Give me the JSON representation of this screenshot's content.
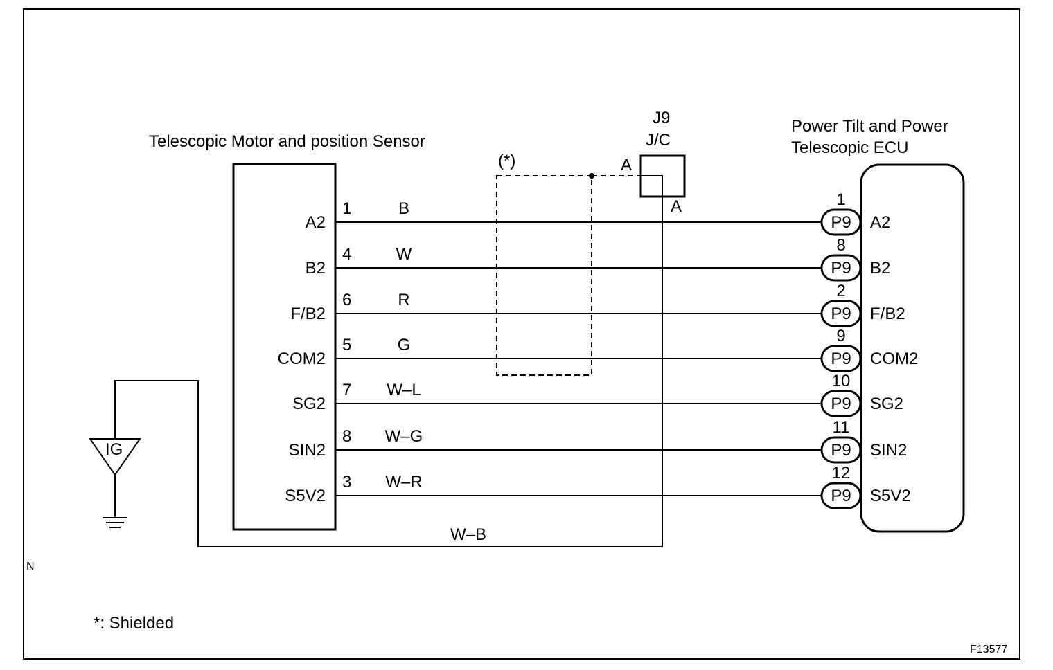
{
  "left_component": {
    "title": "Telescopic  Motor and position Sensor"
  },
  "right_component": {
    "title_line1": "Power Tilt and Power",
    "title_line2": "Telescopic ECU"
  },
  "junction": {
    "name": "J9",
    "type": "J/C",
    "pin_in": "A",
    "pin_out": "A"
  },
  "shield": {
    "marker": "(*)",
    "note": "*: Shielded"
  },
  "ignition": {
    "label": "IG"
  },
  "ground_wire": {
    "color": "W–B"
  },
  "side_marker": "N",
  "figure_id": "F13577",
  "connector_id": "P9",
  "wires": [
    {
      "left_terminal": "A2",
      "left_pin": "1",
      "color": "B",
      "right_pin": "1",
      "right_terminal": "A2"
    },
    {
      "left_terminal": "B2",
      "left_pin": "4",
      "color": "W",
      "right_pin": "8",
      "right_terminal": "B2"
    },
    {
      "left_terminal": "F/B2",
      "left_pin": "6",
      "color": "R",
      "right_pin": "2",
      "right_terminal": "F/B2"
    },
    {
      "left_terminal": "COM2",
      "left_pin": "5",
      "color": "G",
      "right_pin": "9",
      "right_terminal": "COM2"
    },
    {
      "left_terminal": "SG2",
      "left_pin": "7",
      "color": "W–L",
      "right_pin": "10",
      "right_terminal": "SG2"
    },
    {
      "left_terminal": "SIN2",
      "left_pin": "8",
      "color": "W–G",
      "right_pin": "11",
      "right_terminal": "SIN2"
    },
    {
      "left_terminal": "S5V2",
      "left_pin": "3",
      "color": "W–R",
      "right_pin": "12",
      "right_terminal": "S5V2"
    }
  ]
}
